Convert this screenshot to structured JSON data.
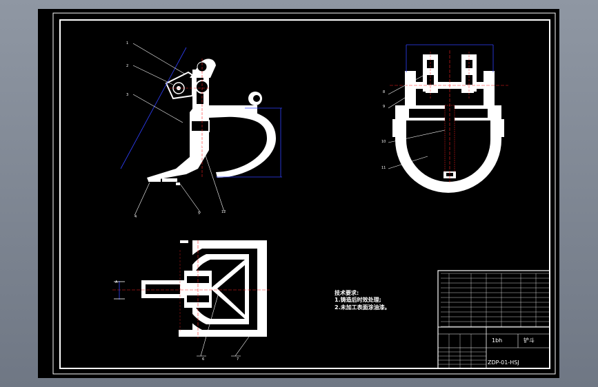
{
  "drawing": {
    "balloons_side_view": [
      "1",
      "2",
      "3",
      "4",
      "5",
      "12"
    ],
    "balloons_top_view": [
      "6",
      "7"
    ],
    "balloons_front_view": [
      "8",
      "9",
      "10",
      "11"
    ],
    "section_mark": "A",
    "technical_requirements": {
      "title": "技术要求:",
      "items": [
        "1.铸造后时效处理;",
        "2.未加工表面涂油漆。"
      ]
    },
    "title_block": {
      "scale": "1bh",
      "name": "铲斗",
      "drawing_number": "ZDP-01-HSJ"
    }
  },
  "colors": {
    "background": "#000000",
    "outline": "#ffffff",
    "centerline": "#ff2020",
    "dimension": "#3040ff"
  }
}
